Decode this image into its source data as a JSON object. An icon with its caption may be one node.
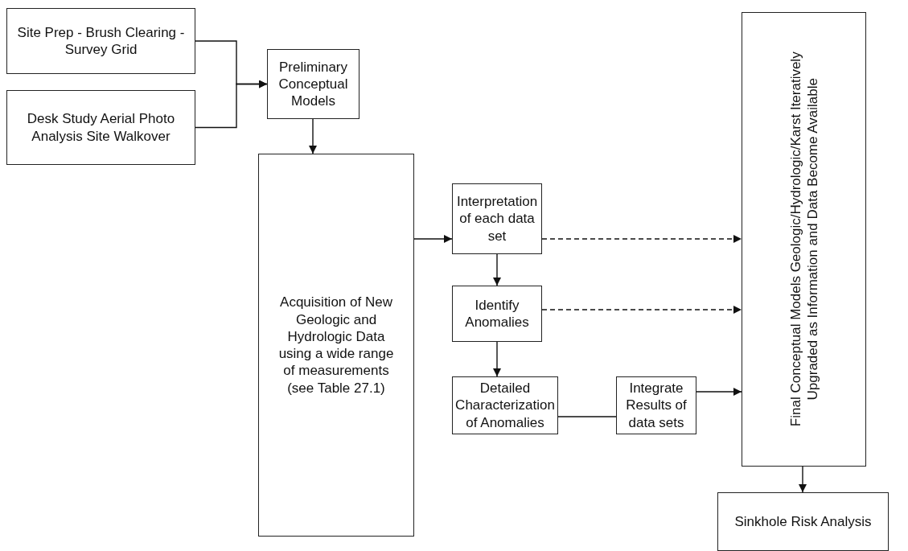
{
  "diagram": {
    "nodes": [
      {
        "text": [
          "Site Prep - Brush Clearing - Survey Grid"
        ]
      },
      {
        "text": [
          "Desk Study Aerial Photo Analysis Site Walkover"
        ]
      },
      {
        "text": [
          "Preliminary Conceptual Models"
        ]
      },
      {
        "text": [
          "Acquisition of New Geologic and Hydrologic Data using a wide range of measurements (see Table 27.1)"
        ]
      },
      {
        "text": [
          "Interpretation of each data set"
        ]
      },
      {
        "text": [
          "Identify Anomalies"
        ]
      },
      {
        "text": [
          "Detailed Characterization of Anomalies"
        ]
      },
      {
        "text": [
          "Integrate Results of data sets"
        ]
      },
      {
        "text": [
          "Final Conceptual Models Geologic/Hydrologic/Karst Iteratively Upgraded as Information and Data Become Available"
        ]
      },
      {
        "text": [
          "Sinkhole Risk Analysis"
        ]
      }
    ],
    "edges": [
      {
        "from": 0,
        "to": 2,
        "arrow": "to"
      },
      {
        "from": 1,
        "to": 2,
        "arrow": "to"
      },
      {
        "from": 2,
        "to": 3,
        "arrow": "to"
      },
      {
        "from": 3,
        "to": 4,
        "arrow": "to"
      },
      {
        "from": 4,
        "to": 8,
        "arrow": "to",
        "style": "dashed"
      },
      {
        "from": 4,
        "to": 5,
        "arrow": "to"
      },
      {
        "from": 5,
        "to": 8,
        "arrow": "to",
        "style": "dashed"
      },
      {
        "from": 5,
        "to": 6,
        "arrow": "to"
      },
      {
        "from": 6,
        "to": 7,
        "arrow": "none"
      },
      {
        "from": 7,
        "to": 8,
        "arrow": "to"
      },
      {
        "from": 8,
        "to": 9,
        "arrow": "to"
      }
    ]
  }
}
